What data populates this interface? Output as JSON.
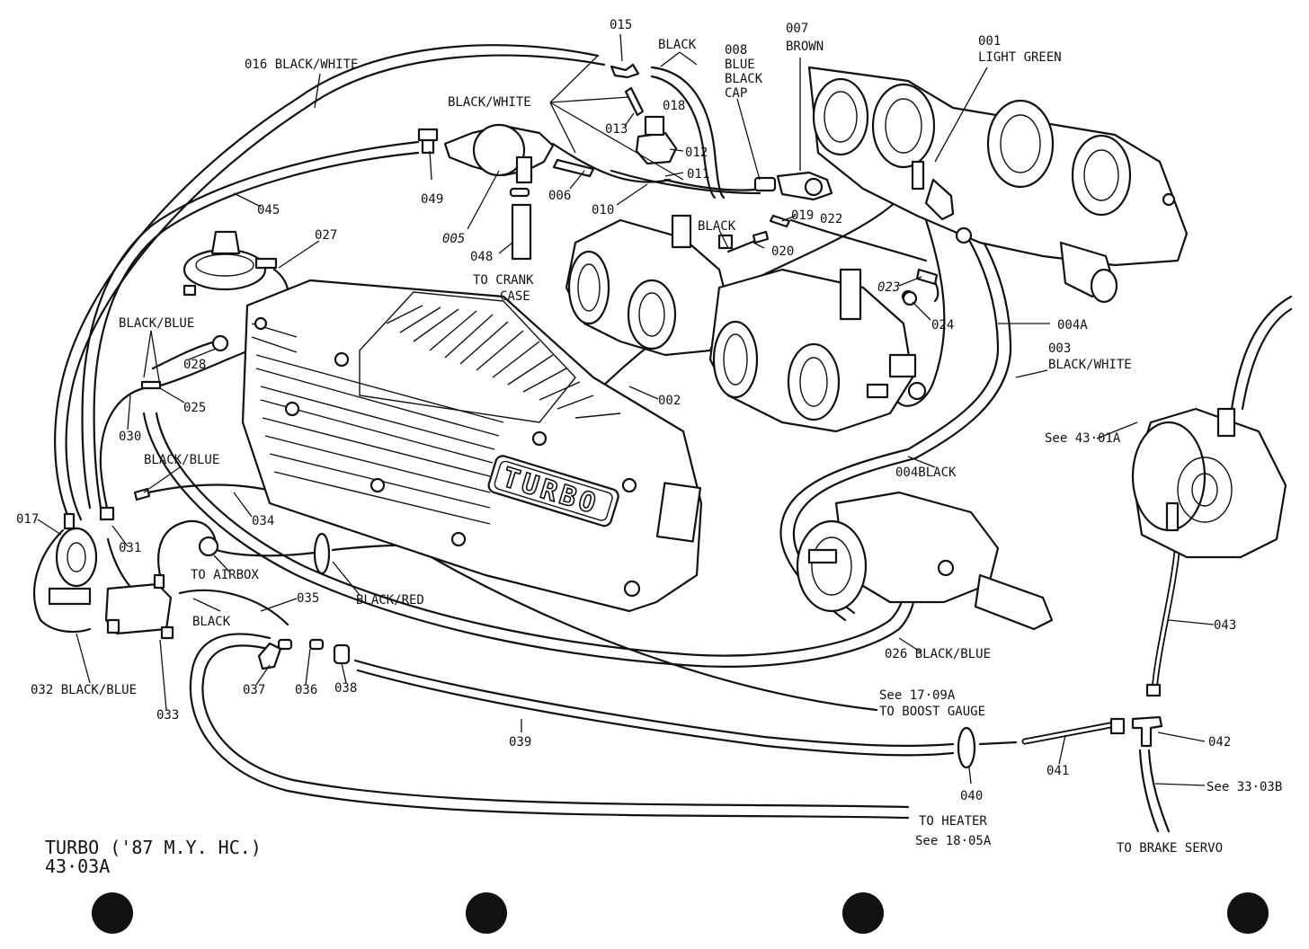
{
  "caption": {
    "title": "TURBO ('87 M.Y. HC.)",
    "code": "43·03A"
  },
  "labels": {
    "l015": "015",
    "l016": "016 BLACK/WHITE",
    "l_black_top": "BLACK",
    "l018": "018",
    "l_bw_top": "BLACK/WHITE",
    "l013": "013",
    "l012": "012",
    "l011": "011",
    "l008a": "008",
    "l008b": "BLUE",
    "l008c": "BLACK",
    "l008d": "CAP",
    "l007a": "007",
    "l007b": "BROWN",
    "l001a": "001",
    "l001b": "LIGHT GREEN",
    "l049": "049",
    "l005": "005",
    "l006": "006",
    "l010": "010",
    "l045": "045",
    "l048": "048",
    "l_crank_a": "TO CRANK",
    "l_crank_b": "CASE",
    "l027": "027",
    "l_black_mid": "BLACK",
    "l019": "019",
    "l022": "022",
    "l020": "020",
    "l023": "023",
    "l024": "024",
    "l004a": "004A",
    "l003a": "003",
    "l003b": "BLACK/WHITE",
    "l_bb1": "BLACK/BLUE",
    "l028": "028",
    "l025": "025",
    "l030": "030",
    "l002": "002",
    "l_bb2": "BLACK/BLUE",
    "l004b": "004BLACK",
    "l_see4301": "See 43·01A",
    "l017": "017",
    "l031": "031",
    "l034": "034",
    "l_airbox": "TO AIRBOX",
    "l035": "035",
    "l_black_low": "BLACK",
    "l_blackred": "BLACK/RED",
    "l032": "032 BLACK/BLUE",
    "l033": "033",
    "l037": "037",
    "l036": "036",
    "l038": "038",
    "l026": "026  BLACK/BLUE",
    "l043": "043",
    "l_see1709": "See 17·09A",
    "l_boost": "TO BOOST GAUGE",
    "l039": "039",
    "l042": "042",
    "l041": "041",
    "l040": "040",
    "l_see3303": "See 33·03B",
    "l_heater": "TO HEATER",
    "l_see1805": "See 18·05A",
    "l_servo": "TO BRAKE SERVO",
    "turbo_badge": "TURBO"
  }
}
